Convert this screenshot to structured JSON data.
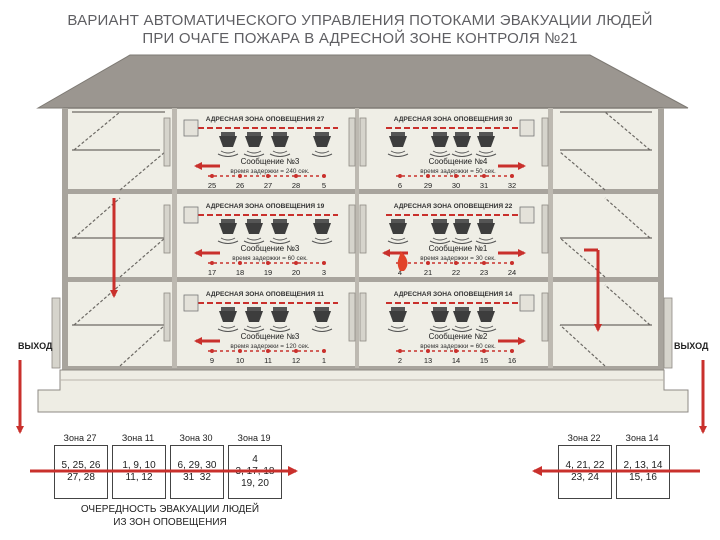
{
  "title": {
    "line1": "ВАРИАНТ АВТОМАТИЧЕСКОГО УПРАВЛЕНИЯ ПОТОКАМИ ЭВАКУАЦИИ ЛЮДЕЙ",
    "line2": "ПРИ ОЧАГЕ ПОЖАРА В АДРЕСНОЙ ЗОНЕ КОНТРОЛЯ №21"
  },
  "exit_label": "ВЫХОД",
  "colors": {
    "red": "#c9302c",
    "wall": "#8a8680",
    "roof": "#9b9690",
    "floor": "#efeee6",
    "ground": "#eeede4"
  },
  "zones": [
    {
      "id": "z27",
      "header": "АДРЕСНАЯ ЗОНА ОПОВЕЩЕНИЯ 27",
      "message": "Сообщение №3",
      "delay": "время задержки = 240 сек.",
      "numbers": [
        "25",
        "26",
        "27",
        "28",
        "5"
      ],
      "direction": "left"
    },
    {
      "id": "z30",
      "header": "АДРЕСНАЯ ЗОНА ОПОВЕЩЕНИЯ 30",
      "message": "Сообщение №4",
      "delay": "время задержки = 50 сек.",
      "numbers": [
        "6",
        "29",
        "30",
        "31",
        "32"
      ],
      "direction": "right"
    },
    {
      "id": "z19",
      "header": "АДРЕСНАЯ ЗОНА ОПОВЕЩЕНИЯ 19",
      "message": "Сообщение №3",
      "delay": "время задержки = 60 сек.",
      "numbers": [
        "17",
        "18",
        "19",
        "20",
        "3"
      ],
      "direction": "left"
    },
    {
      "id": "z22",
      "header": "АДРЕСНАЯ ЗОНА ОПОВЕЩЕНИЯ 22",
      "message": "Сообщение №1",
      "delay": "время задержки = 30 сек.",
      "numbers": [
        "4",
        "21",
        "22",
        "23",
        "24"
      ],
      "direction": "both"
    },
    {
      "id": "z11",
      "header": "АДРЕСНАЯ ЗОНА ОПОВЕЩЕНИЯ 11",
      "message": "Сообщение №3",
      "delay": "время задержки = 120 сек.",
      "numbers": [
        "9",
        "10",
        "11",
        "12",
        "1"
      ],
      "direction": "left"
    },
    {
      "id": "z14",
      "header": "АДРЕСНАЯ ЗОНА ОПОВЕЩЕНИЯ 14",
      "message": "Сообщение №2",
      "delay": "время задержки = 60 сек.",
      "numbers": [
        "2",
        "13",
        "14",
        "15",
        "16"
      ],
      "direction": "right"
    }
  ],
  "queue_left": [
    {
      "label": "Зона 27",
      "text": "5, 25, 26\n27, 28"
    },
    {
      "label": "Зона 11",
      "text": "1, 9, 10\n11, 12"
    },
    {
      "label": "Зона 30",
      "text": "6, 29, 30\n31  32"
    },
    {
      "label": "Зона 19",
      "text": "4\n3, 17, 18\n19, 20"
    }
  ],
  "queue_right": [
    {
      "label": "Зона 22",
      "text": "4, 21, 22\n23, 24"
    },
    {
      "label": "Зона 14",
      "text": "2, 13, 14\n15, 16"
    }
  ],
  "caption": {
    "line1": "ОЧЕРЕДНОСТЬ ЭВАКУАЦИИ ЛЮДЕЙ",
    "line2": "ИЗ ЗОН ОПОВЕЩЕНИЯ"
  }
}
